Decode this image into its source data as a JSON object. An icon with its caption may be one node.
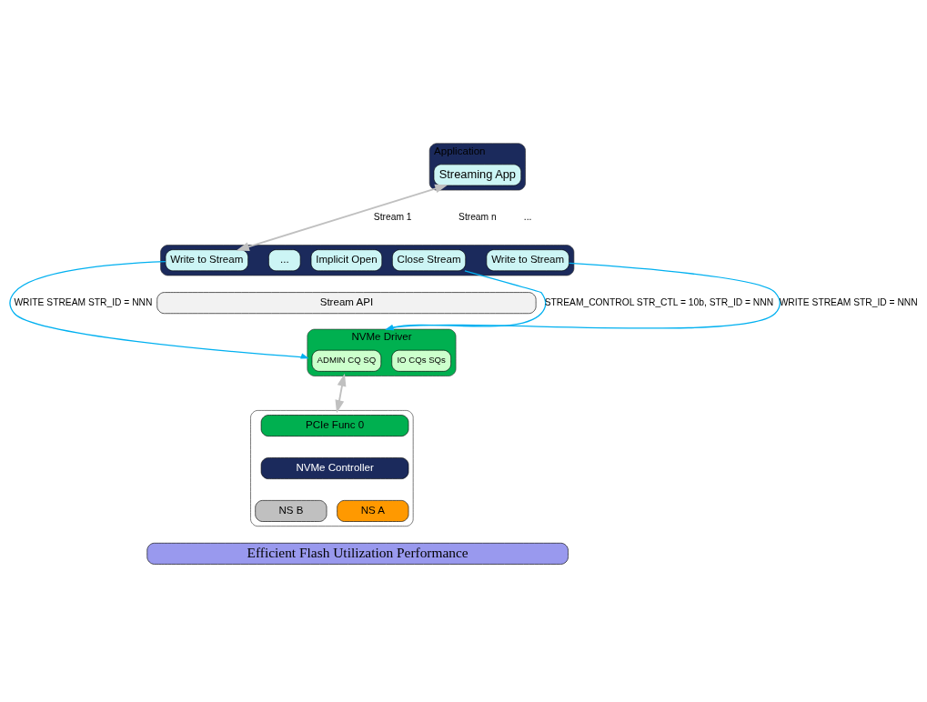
{
  "diagram": {
    "nodes": [
      {
        "text": [
          "Application"
        ]
      },
      {
        "text": [
          "Streaming App"
        ],
        "in": 0
      },
      {
        "text": [],
        "shape": "box"
      },
      {
        "text": [
          "Implicit Open"
        ],
        "in": 2
      },
      {
        "text": [
          "Write to Stream"
        ],
        "in": 2
      },
      {
        "text": [
          "..."
        ],
        "in": 2
      },
      {
        "text": [
          "Write to Stream"
        ],
        "in": 2
      },
      {
        "text": [
          "Close Stream"
        ],
        "in": 2
      },
      {
        "text": [
          "Stream API"
        ]
      },
      {
        "text": [
          "NVMe Driver"
        ]
      },
      {
        "text": [
          "ADMIN CQ SQ"
        ],
        "in": 9
      },
      {
        "text": [
          "IO CQs SQs"
        ],
        "in": 9
      },
      {
        "text": [],
        "shape": "box"
      },
      {
        "text": [
          "PCIe Func 0"
        ],
        "in": 12
      },
      {
        "text": [
          "NVMe Controller"
        ],
        "in": 12
      },
      {
        "text": [
          "NS A"
        ],
        "in": 12
      },
      {
        "text": [
          "NS B"
        ],
        "in": 12
      },
      {
        "text": [
          "Efficient Flash Utilization Performance"
        ]
      }
    ],
    "edges": [
      {
        "from": 1,
        "to": 4,
        "arrow": "both",
        "label": "Stream 1",
        "color": "#c0c0c0"
      },
      {
        "from": 4,
        "to": 9,
        "arrow": "to",
        "label": "WRITE STREAM STR_ID = NNN"
      },
      {
        "from": 6,
        "to": 9,
        "arrow": "to",
        "label": "WRITE STREAM STR_ID = NNN"
      },
      {
        "from": 7,
        "to": 9,
        "arrow": "to",
        "label": "STREAM_CONTROL STR_CTL = 10b, STR_ID = NNN"
      },
      {
        "from": 9,
        "to": 12,
        "arrow": "both",
        "color": "#c0c0c0"
      }
    ],
    "labels": [
      "...",
      "Stream n"
    ]
  }
}
